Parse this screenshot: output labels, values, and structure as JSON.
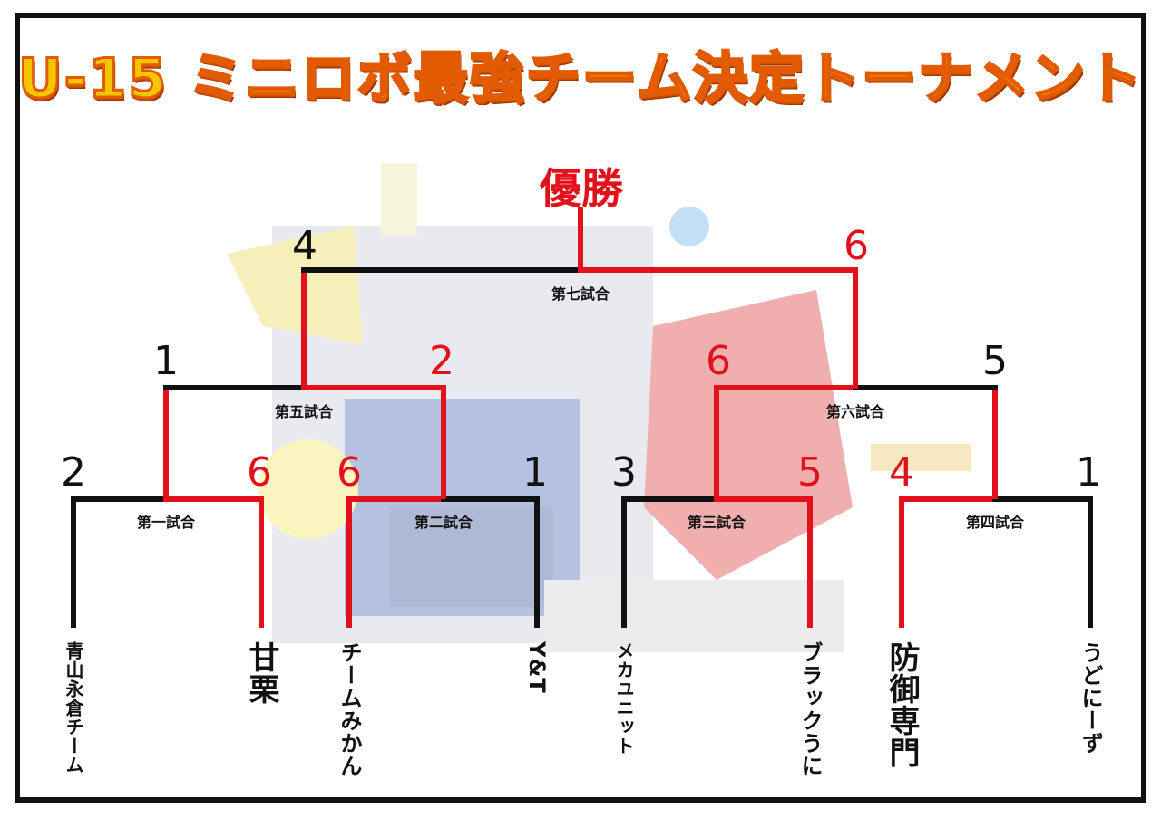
{
  "title": "U-15 ミニロボ最強チーム決定トーナメント",
  "champion_label": "優勝",
  "colors": {
    "winner": "#e3111c",
    "loser": "#111111",
    "title_fill": "#f7c400",
    "title_stroke": "#e25b00"
  },
  "teams": [
    "青山永倉チーム",
    "甘栗",
    "チームみかん",
    "Y&T",
    "メカユニット",
    "ブラックうに",
    "防御専門",
    "うどにーず"
  ],
  "matches": {
    "m1": {
      "label": "第一試合",
      "left_score": "2",
      "right_score": "6"
    },
    "m2": {
      "label": "第二試合",
      "left_score": "6",
      "right_score": "1"
    },
    "m3": {
      "label": "第三試合",
      "left_score": "3",
      "right_score": "5"
    },
    "m4": {
      "label": "第四試合",
      "left_score": "4",
      "right_score": "1"
    },
    "m5": {
      "label": "第五試合",
      "left_score": "1",
      "right_score": "2"
    },
    "m6": {
      "label": "第六試合",
      "left_score": "6",
      "right_score": "5"
    },
    "m7": {
      "label": "第七試合",
      "left_score": "4",
      "right_score": "6"
    }
  }
}
